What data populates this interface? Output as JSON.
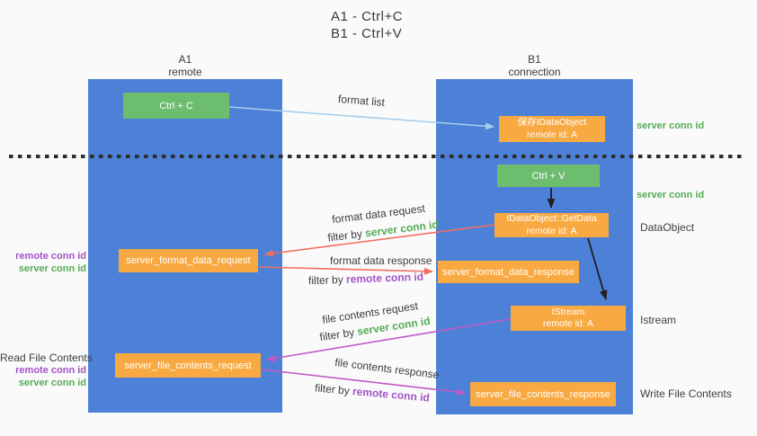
{
  "title": {
    "line1": "A1 - Ctrl+C",
    "line2": "B1 - Ctrl+V"
  },
  "lanes": {
    "a1": {
      "name": "A1",
      "subtitle": "remote"
    },
    "b1": {
      "name": "B1",
      "subtitle": "connection"
    }
  },
  "nodes": {
    "ctrl_c": {
      "label": "Ctrl + C"
    },
    "save_idataobject": {
      "line1": "保存IDataObject",
      "line2": "remote id: A"
    },
    "ctrl_v": {
      "label": "Ctrl + V"
    },
    "getdata": {
      "line1": "IDataObject::GetData",
      "line2": "remote id: A"
    },
    "format_request": {
      "label": "server_format_data_request"
    },
    "format_response": {
      "label": "server_format_data_response"
    },
    "istream": {
      "line1": "IStream",
      "line2": "remote id: A"
    },
    "file_request": {
      "label": "server_file_contents_request"
    },
    "file_response": {
      "label": "server_file_contents_response"
    }
  },
  "edge_labels": {
    "format_list": "format list",
    "format_data_request": "format data request",
    "format_data_response": "format data response",
    "file_contents_request": "file contents request",
    "file_contents_response": "file contents response",
    "filter_by": "filter by",
    "server_conn_id": "server conn id",
    "remote_conn_id": "remote conn id"
  },
  "annotations": {
    "right": {
      "server_conn_id_top": "server conn id",
      "server_conn_id_mid": "server conn id",
      "dataobject": "DataObject",
      "istream": "Istream",
      "write_file_contents": "Write File Contents"
    },
    "left": {
      "remote_conn_id_1": "remote conn id",
      "server_conn_id_1": "server conn id",
      "read_file_contents": "Read File Contents",
      "remote_conn_id_2": "remote conn id",
      "server_conn_id_2": "server conn id"
    }
  },
  "colors": {
    "lane_blue": "#4d81d7",
    "node_green": "#6cbe6e",
    "node_orange": "#f8a942",
    "arrow_light_blue": "#a5cdeb",
    "arrow_red": "#f26c5f",
    "arrow_magenta": "#c05ac4",
    "arrow_black": "#1f1f1f",
    "text_green": "#55ab57",
    "text_purple": "#a353c8"
  }
}
